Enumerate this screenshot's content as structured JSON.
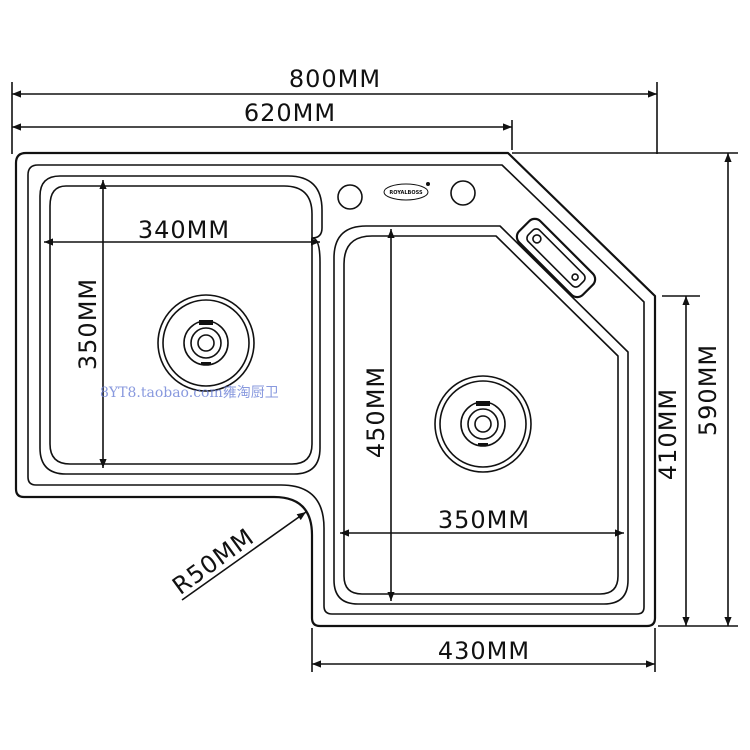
{
  "dimensions": {
    "width_total": "800MM",
    "width_upper": "620MM",
    "depth_total": "590MM",
    "depth_right": "410MM",
    "bowl_small_width": "340MM",
    "bowl_small_depth": "350MM",
    "bowl_large_depth": "450MM",
    "bowl_large_width": "350MM",
    "bottom_width": "430MM",
    "corner_radius": "R50MM"
  },
  "watermark": "8YT8.taobao.com雍淘厨卫",
  "colors": {
    "line": "#111111",
    "watermark": "#6a7fd6",
    "background": "#ffffff"
  }
}
